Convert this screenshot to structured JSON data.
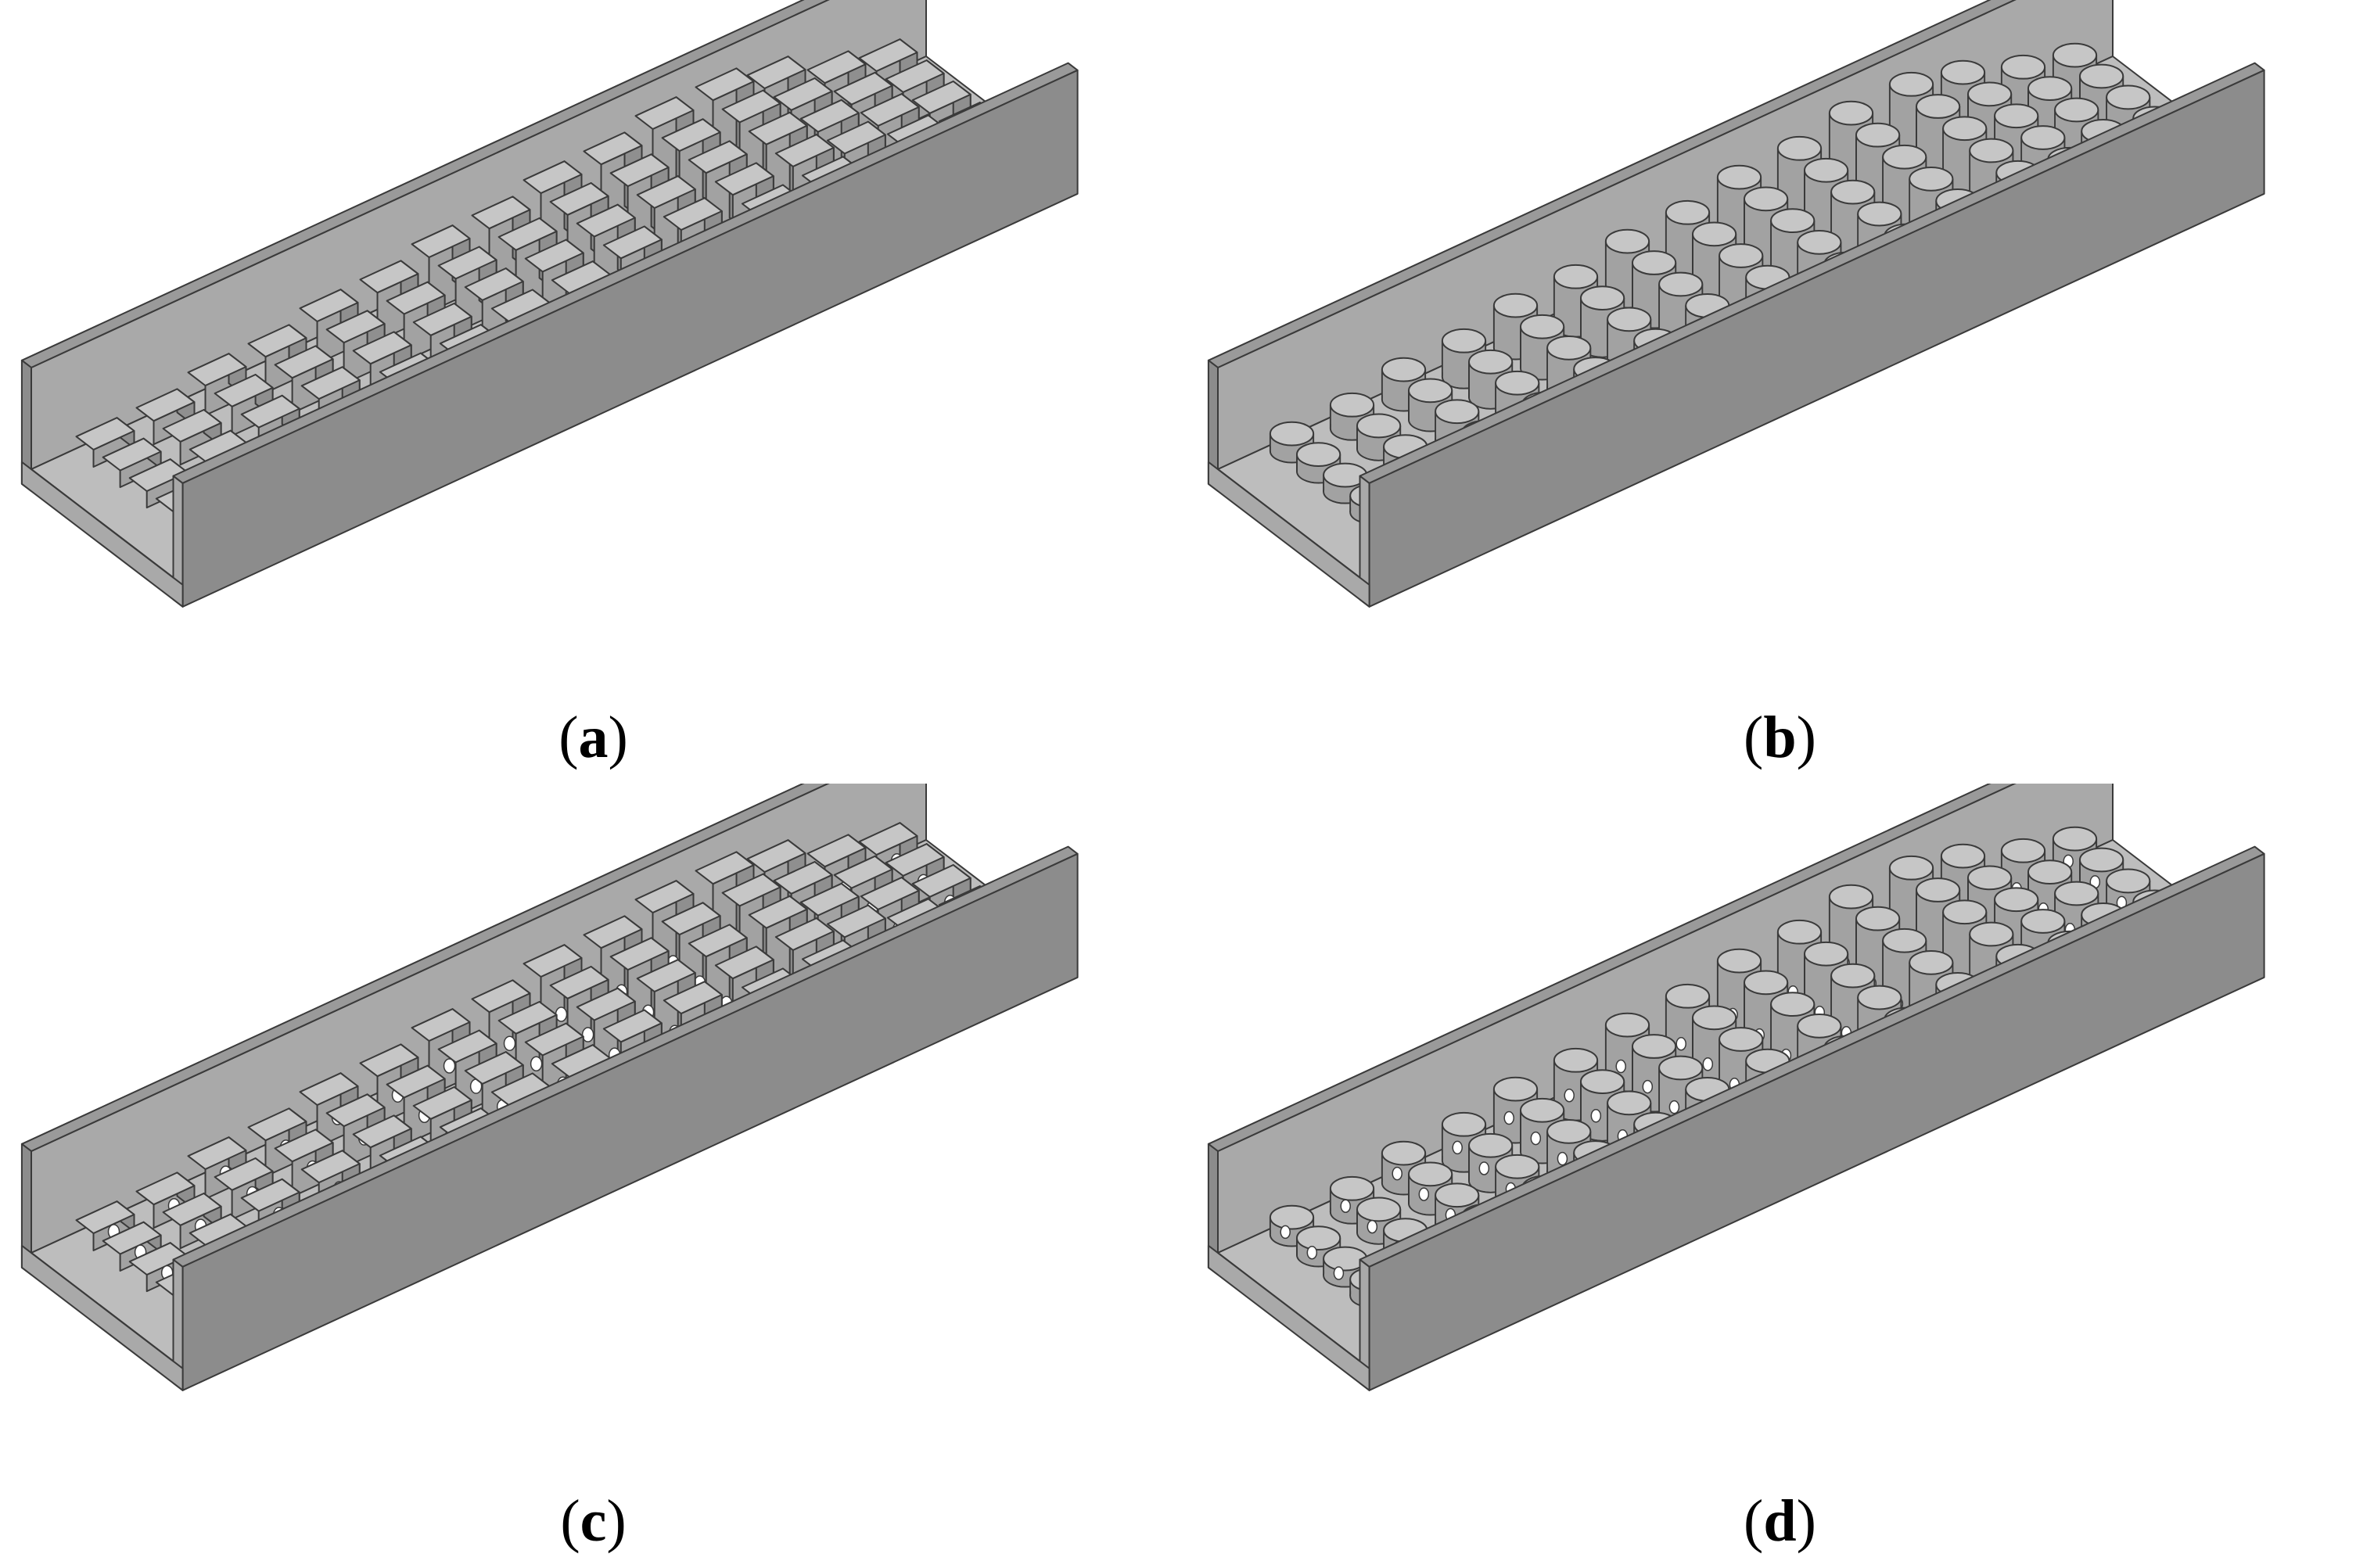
{
  "figure": {
    "panels": [
      {
        "id": "a",
        "label": "a",
        "pillar_shape": "square",
        "has_holes": false
      },
      {
        "id": "b",
        "label": "b",
        "pillar_shape": "cylinder",
        "has_holes": false
      },
      {
        "id": "c",
        "label": "c",
        "pillar_shape": "square",
        "has_holes": true
      },
      {
        "id": "d",
        "label": "d",
        "pillar_shape": "cylinder",
        "has_holes": true
      }
    ],
    "colors": {
      "floor": "#bdbdbd",
      "wall_face": "#8c8c8c",
      "wall_inner": "#a9a9a9",
      "wall_top": "#9a9a9a",
      "pillar_top": "#c6c6c6",
      "pillar_left": "#a2a2a2",
      "pillar_right": "#8f8f8f",
      "edge": "#3a3a3a",
      "hole": "#ffffff"
    }
  }
}
